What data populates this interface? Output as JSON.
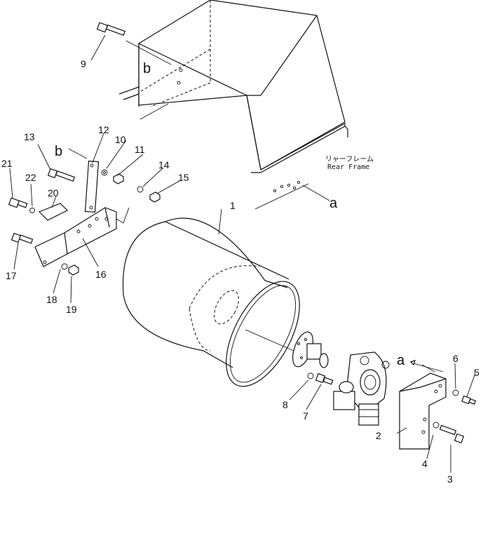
{
  "diagram": {
    "rear_frame_jp": "リャーフレーム",
    "rear_frame_en": "Rear Frame",
    "ref_a": "a",
    "ref_b": "b",
    "part_numbers": [
      "1",
      "2",
      "3",
      "4",
      "5",
      "6",
      "7",
      "8",
      "9",
      "10",
      "11",
      "12",
      "13",
      "14",
      "15",
      "16",
      "17",
      "18",
      "19",
      "20",
      "21",
      "22"
    ]
  }
}
